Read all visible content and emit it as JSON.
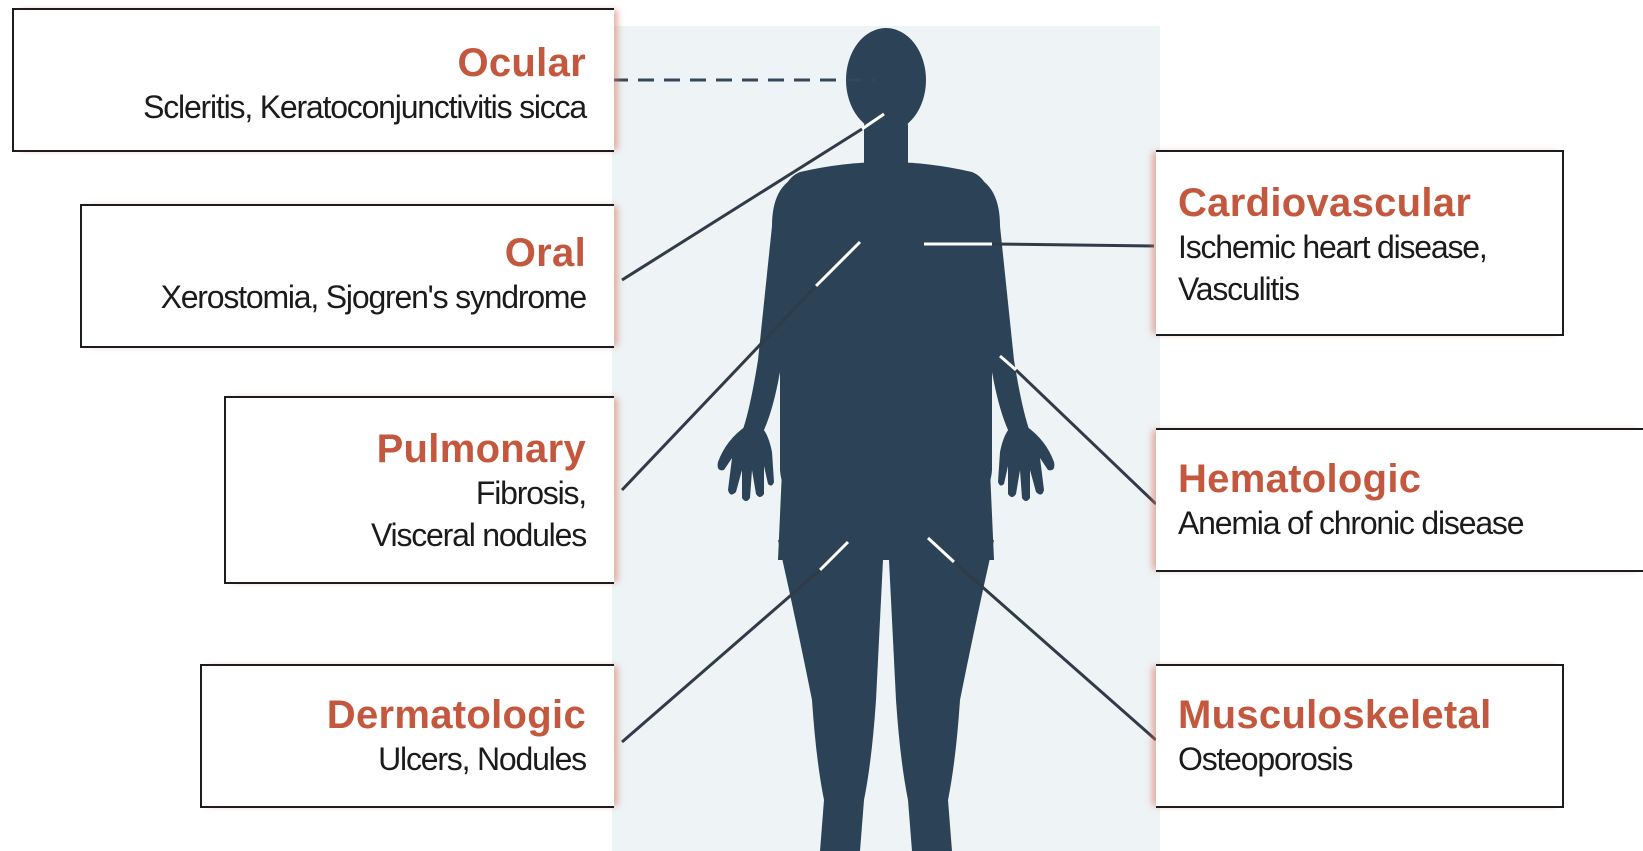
{
  "colors": {
    "title": "#c4583f",
    "text": "#1b1b1b",
    "silhouette": "#2c4256",
    "background_panel": "#eef3f6",
    "border": "#1d1d1d",
    "glow": "#d67860"
  },
  "systems": {
    "ocular": {
      "title": "Ocular",
      "desc": "Scleritis, Keratoconjunctivitis sicca"
    },
    "oral": {
      "title": "Oral",
      "desc": "Xerostomia, Sjogren's syndrome"
    },
    "pulmonary": {
      "title": "Pulmonary",
      "desc_line1": "Fibrosis,",
      "desc_line2": "Visceral nodules"
    },
    "dermatologic": {
      "title": "Dermatologic",
      "desc": "Ulcers, Nodules"
    },
    "cardiovascular": {
      "title": "Cardiovascular",
      "desc_line1": "Ischemic heart disease,",
      "desc_line2": "Vasculitis"
    },
    "hematologic": {
      "title": "Hematologic",
      "desc": "Anemia of chronic disease"
    },
    "musculoskeletal": {
      "title": "Musculoskeletal",
      "desc": "Osteoporosis"
    }
  }
}
